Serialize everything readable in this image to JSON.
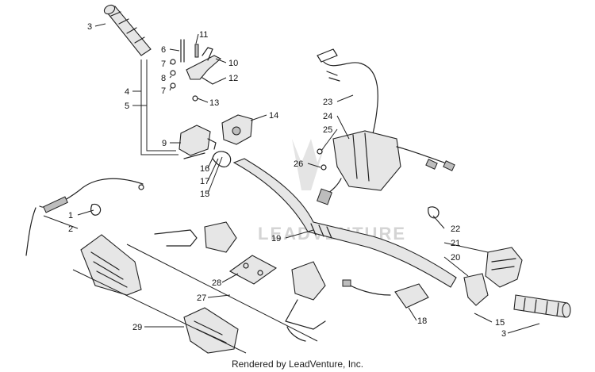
{
  "watermark": "LEADVENTURE",
  "credit": "Rendered by LeadVenture, Inc.",
  "callouts": {
    "c3a": "3",
    "c6": "6",
    "c7a": "7",
    "c8": "8",
    "c7b": "7",
    "c11": "11",
    "c10": "10",
    "c12": "12",
    "c13": "13",
    "c4": "4",
    "c5": "5",
    "c14": "14",
    "c9": "9",
    "c16": "16",
    "c17": "17",
    "c15a": "15",
    "c23": "23",
    "c24": "24",
    "c25": "25",
    "c26": "26",
    "c1": "1",
    "c2": "2",
    "c19": "19",
    "c22": "22",
    "c21": "21",
    "c20": "20",
    "c28": "28",
    "c27": "27",
    "c29": "29",
    "c18": "18",
    "c15b": "15",
    "c3b": "3"
  }
}
